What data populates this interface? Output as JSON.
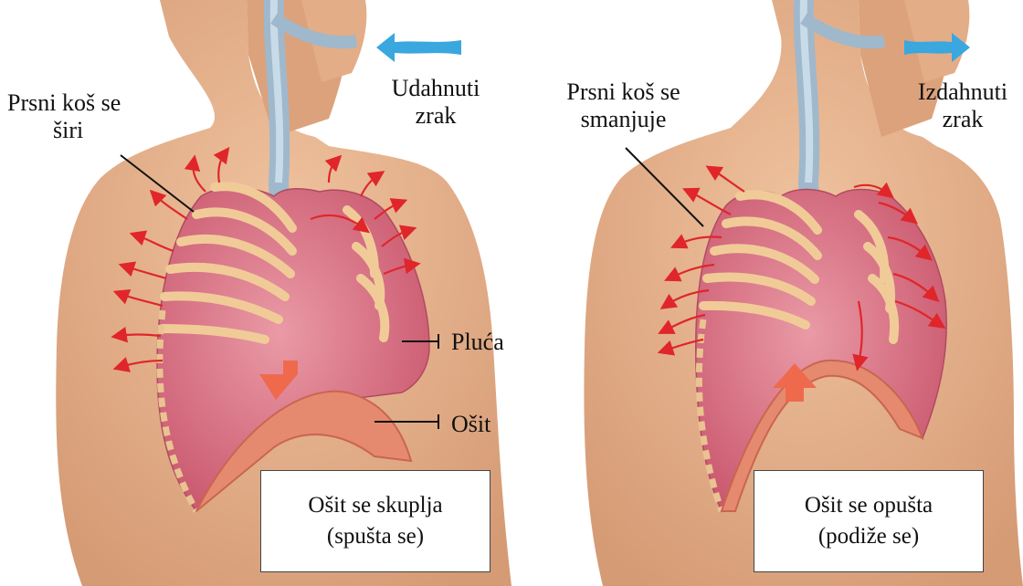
{
  "inhale": {
    "air_label_line1": "Udahnuti",
    "air_label_line2": "zrak",
    "chest_label_line1": "Prsni koš se",
    "chest_label_line2": "širi",
    "lungs_label": "Pluća",
    "diaphragm_label": "Ošit",
    "caption_line1": "Ošit se skuplja",
    "caption_line2": "(spušta se)"
  },
  "exhale": {
    "air_label_line1": "Izdahnuti",
    "air_label_line2": "zrak",
    "chest_label_line1": "Prsni koš se",
    "chest_label_line2": "smanjuje",
    "caption_line1": "Ošit se opušta",
    "caption_line2": "(podiže se)"
  },
  "colors": {
    "skin": "#e8b48f",
    "skin_shadow": "#cf9370",
    "lung": "#d9788a",
    "rib": "#f2cf9e",
    "airway": "#a9c2d6",
    "air_arrow": "#3aa7df",
    "motion_arrow": "#e0262a",
    "diaphragm_arrow": "#ef6a4d"
  }
}
